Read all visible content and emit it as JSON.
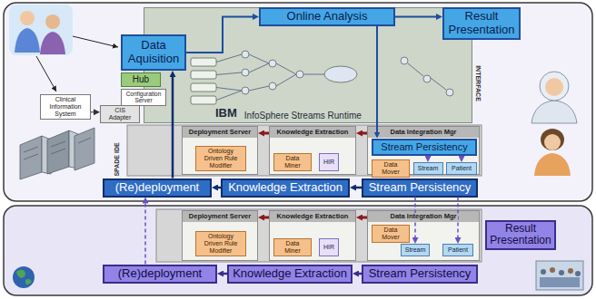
{
  "diagram": {
    "nodes": [
      {
        "text": [
          "IBM",
          "InfoSphere Streams Runtime"
        ]
      },
      {
        "text": [
          "Data Aquisition"
        ]
      },
      {
        "text": [
          "Online Analysis"
        ]
      },
      {
        "text": [
          "Result Presentation"
        ]
      },
      {
        "text": [
          "Hub"
        ]
      },
      {
        "text": [
          "Configuration Server"
        ]
      },
      {
        "text": [
          "Clinical Information System"
        ]
      },
      {
        "text": [
          "CIS Adapter"
        ]
      },
      {
        "text": [
          "Deployment Server"
        ]
      },
      {
        "text": [
          "Knowledge Extraction"
        ]
      },
      {
        "text": [
          "Data Integration Mgr"
        ]
      },
      {
        "text": [
          "Ontology Driven Rule Modifier"
        ],
        "in": 8
      },
      {
        "text": [
          "Data Miner"
        ],
        "in": 9
      },
      {
        "text": [
          "HIR"
        ],
        "in": 9
      },
      {
        "text": [
          "Stream Persistency"
        ],
        "in": 10
      },
      {
        "text": [
          "Data Mover"
        ],
        "in": 10
      },
      {
        "text": [
          "Stream"
        ],
        "in": 10
      },
      {
        "text": [
          "Patient"
        ],
        "in": 10
      },
      {
        "text": [
          "(Re)deployment"
        ]
      },
      {
        "text": [
          "Knowledge Extraction"
        ]
      },
      {
        "text": [
          "Stream Persistency"
        ]
      },
      {
        "text": [
          "Deployment Server"
        ]
      },
      {
        "text": [
          "Knowledge Extraction"
        ]
      },
      {
        "text": [
          "Data Integration Mgr"
        ]
      },
      {
        "text": [
          "Ontology Driven Rule Modifier"
        ],
        "in": 21
      },
      {
        "text": [
          "Data Miner"
        ],
        "in": 22
      },
      {
        "text": [
          "HIR"
        ],
        "in": 22
      },
      {
        "text": [
          "Data Mover"
        ],
        "in": 23
      },
      {
        "text": [
          "Stream"
        ],
        "in": 23
      },
      {
        "text": [
          "Patient"
        ],
        "in": 23
      },
      {
        "text": [
          "Result Presentation"
        ]
      },
      {
        "text": [
          "(Re)deployment"
        ]
      },
      {
        "text": [
          "Knowledge Extraction"
        ]
      },
      {
        "text": [
          "Stream Persistency"
        ]
      }
    ],
    "edges": [
      {
        "from": 1,
        "to": 2,
        "arrow": "to"
      },
      {
        "from": 2,
        "to": 3,
        "arrow": "to"
      },
      {
        "from": 2,
        "to": 14,
        "arrow": "to"
      },
      {
        "from": 6,
        "to": 7,
        "arrow": "to"
      },
      {
        "from": 10,
        "to": 9,
        "arrow": "to"
      },
      {
        "from": 9,
        "to": 8,
        "arrow": "to"
      },
      {
        "from": 14,
        "to": 16,
        "arrow": "to"
      },
      {
        "from": 14,
        "to": 17,
        "arrow": "to"
      },
      {
        "from": 20,
        "to": 19,
        "arrow": "to"
      },
      {
        "from": 19,
        "to": 18,
        "arrow": "to"
      },
      {
        "from": 18,
        "to": 1,
        "arrow": "to"
      },
      {
        "from": 20,
        "to": 28,
        "arrow": "to"
      },
      {
        "from": 20,
        "to": 29,
        "arrow": "to"
      },
      {
        "from": 23,
        "to": 22,
        "arrow": "to"
      },
      {
        "from": 22,
        "to": 21,
        "arrow": "to"
      },
      {
        "from": 33,
        "to": 32,
        "arrow": "to"
      },
      {
        "from": 32,
        "to": 31,
        "arrow": "to"
      },
      {
        "from": 31,
        "to": 18,
        "arrow": "to"
      }
    ],
    "labels": [
      "SPADE IDE",
      "INTERFACE"
    ]
  }
}
